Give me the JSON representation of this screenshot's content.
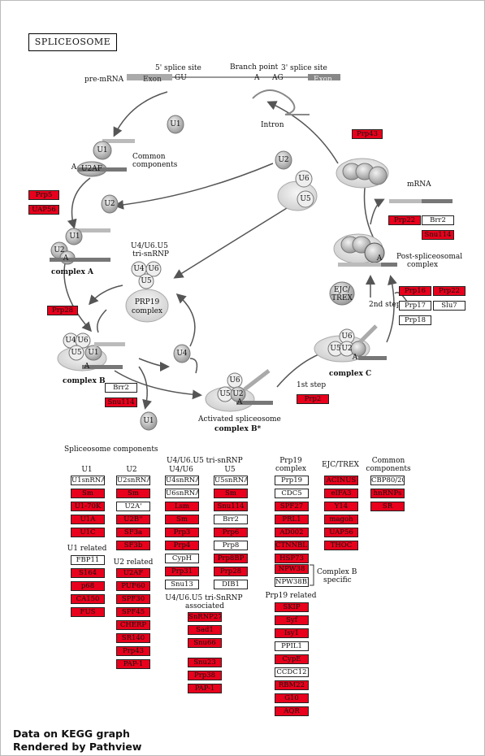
{
  "title": "SPLICEOSOME",
  "premrna": {
    "label": "pre-mRNA",
    "five_splice": "5' splice site",
    "branch": "Branch point",
    "three_splice": "3' splice site",
    "exon": "Exon",
    "gu": "GU",
    "a": "A",
    "ag": "AG"
  },
  "labels": {
    "intron": "Intron",
    "common1": "Common",
    "common2": "components",
    "u4u6u5_1": "U4/U6.U5",
    "u4u6u5_2": "tri-snRNP",
    "prp19c_1": "PRP19",
    "prp19c_2": "complex",
    "complexA": "complex A",
    "complexB": "complex B",
    "complexC": "complex C",
    "activated": "Activated spliceosome",
    "complexBstar": "complex B*",
    "step1": "1st step",
    "step2": "2nd step",
    "mrna": "mRNA",
    "postspl1": "Post-spliceosomal",
    "postspl2": "complex",
    "ejc1": "EJC/",
    "ejc2": "TREX"
  },
  "snrna": {
    "u1": "U1",
    "u2": "U2",
    "u4": "U4",
    "u5": "U5",
    "u6": "U6",
    "u2af": "U2AF",
    "a": "A"
  },
  "cycle_boxes": {
    "prp43": "Prp43",
    "prp5": "Prp5",
    "uap56": "UAP56",
    "prp28": "Prp28",
    "brr2_b": "Brr2",
    "snu114_b": "Snu114",
    "prp2": "Prp2",
    "prp22_m": "Prp22",
    "brr2_m": "Brr2",
    "snu114_m": "Snu114",
    "prp16": "Prp16",
    "prp22_2": "Prp22",
    "prp17": "Prp17",
    "slu7": "Slu7",
    "prp18": "Prp18"
  },
  "components": {
    "heading": "Spliceosome components",
    "u1_head": "U1",
    "u1_items": [
      "U1snRNA",
      "Sm",
      "U1-70K",
      "U1A",
      "U1C"
    ],
    "u1_related_head": "U1 related",
    "u1_related": [
      "FBP11",
      "S164",
      "p68",
      "CA150",
      "FUS"
    ],
    "u2_head": "U2",
    "u2_items": [
      "U2snRNA",
      "Sm",
      "U2A'",
      "U2B''",
      "SF3a",
      "SF3b"
    ],
    "u2_related_head": "U2 related",
    "u2_related": [
      "U2AF",
      "PUF60",
      "SPF30",
      "SPF45",
      "CHERP",
      "SR140",
      "Prp43",
      "PAP-1"
    ],
    "tri_head": "U4/U6.U5 tri-snRNP",
    "u4u6_head": "U4/U6",
    "u4u6_items": [
      "U4snRNA",
      "U6snRNA",
      "Lsm",
      "Sm",
      "Prp3",
      "Prp4",
      "CypH",
      "Prp31",
      "Snu13"
    ],
    "u5_head": "U5",
    "u5_items": [
      "U5snRNA",
      "Sm",
      "Snu114",
      "Brr2",
      "Prp6",
      "Prp8",
      "Prp8BP",
      "Prp28",
      "DIB1"
    ],
    "tri_assoc_1": "U4/U6.U5 tri-SnRNP",
    "tri_assoc_2": "associated",
    "tri_assoc": [
      "SnRNP27",
      "Sad1",
      "Snu66",
      "Snu23",
      "Prp38",
      "PAP-1"
    ],
    "prp19_head1": "Prp19",
    "prp19_head2": "complex",
    "prp19_items": [
      "Prp19",
      "CDC5",
      "SPF27",
      "PRL1",
      "AD002",
      "CTNNBL1",
      "HSP73"
    ],
    "compB1": "Complex B",
    "compB2": "specific",
    "compB_items": [
      "NPW38",
      "NPW38BP"
    ],
    "prp19_rel_head": "Prp19 related",
    "prp19_related": [
      "SKIP",
      "Syf",
      "Isy1",
      "PPIL1",
      "CypE",
      "CCDC12",
      "RBM22",
      "G10",
      "AQR"
    ],
    "ejc_head": "EJC/TREX",
    "ejc_items": [
      "ACINUS",
      "eIFA3",
      "Y14",
      "magoh",
      "UAP56",
      "THOC"
    ],
    "common_head1": "Common",
    "common_head2": "components",
    "common_items": [
      "CBP80/20",
      "hnRNPs",
      "SR"
    ]
  },
  "footer": {
    "line1": "Data on KEGG graph",
    "line2": "Rendered by Pathview"
  },
  "colors": {
    "up": "#e8001c",
    "none": "#ffffff",
    "snrnp_fill": "#c8c8c8"
  }
}
